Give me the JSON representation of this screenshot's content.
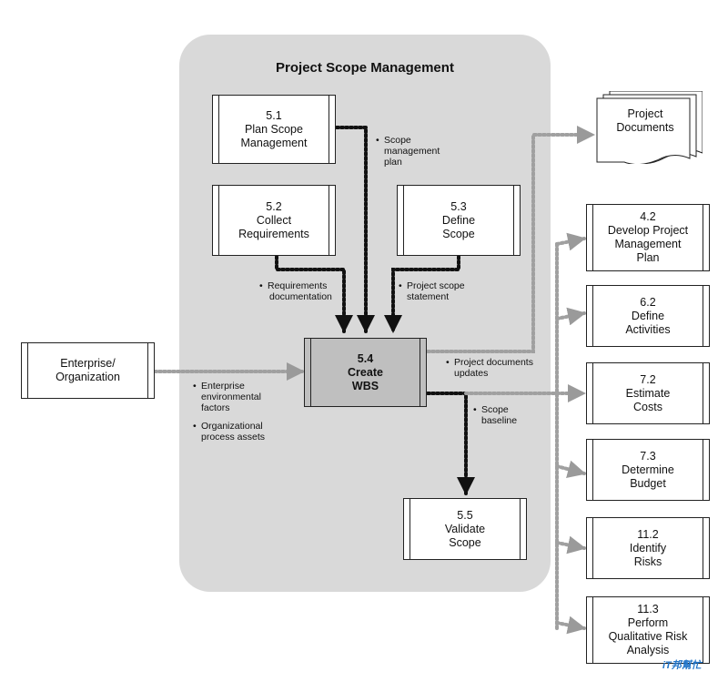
{
  "title": "Project Scope Management",
  "processes": {
    "p51": {
      "num": "5.1",
      "l1": "Plan Scope",
      "l2": "Management"
    },
    "p52": {
      "num": "5.2",
      "l1": "Collect",
      "l2": "Requirements"
    },
    "p53": {
      "num": "5.3",
      "l1": "Define",
      "l2": "Scope"
    },
    "p54": {
      "num": "5.4",
      "l1": "Create",
      "l2": "WBS"
    },
    "p55": {
      "num": "5.5",
      "l1": "Validate",
      "l2": "Scope"
    }
  },
  "enterprise": {
    "l1": "Enterprise/",
    "l2": "Organization"
  },
  "project_documents": {
    "l1": "Project",
    "l2": "Documents"
  },
  "outputs": {
    "o42": {
      "num": "4.2",
      "l1": "Develop Project",
      "l2": "Management",
      "l3": "Plan"
    },
    "o62": {
      "num": "6.2",
      "l1": "Define",
      "l2": "Activities"
    },
    "o72": {
      "num": "7.2",
      "l1": "Estimate",
      "l2": "Costs"
    },
    "o73": {
      "num": "7.3",
      "l1": "Determine",
      "l2": "Budget"
    },
    "o112": {
      "num": "11.2",
      "l1": "Identify",
      "l2": "Risks"
    },
    "o113": {
      "num": "11.3",
      "l1": "Perform",
      "l2": "Qualitative Risk",
      "l3": "Analysis"
    }
  },
  "labels": {
    "scope_mgmt_plan": {
      "l1": "Scope",
      "l2": "management",
      "l3": "plan"
    },
    "req_doc": {
      "l1": "Requirements",
      "l2": "documentation"
    },
    "scope_statement": {
      "l1": "Project scope",
      "l2": "statement"
    },
    "doc_updates": {
      "l1": "Project documents",
      "l2": "updates"
    },
    "scope_baseline": {
      "l1": "Scope",
      "l2": "baseline"
    },
    "eef": {
      "l1": "Enterprise",
      "l2": "environmental",
      "l3": "factors"
    },
    "opa": {
      "l1": "Organizational",
      "l2": "process assets"
    }
  },
  "watermark": "iT邦幫忙"
}
